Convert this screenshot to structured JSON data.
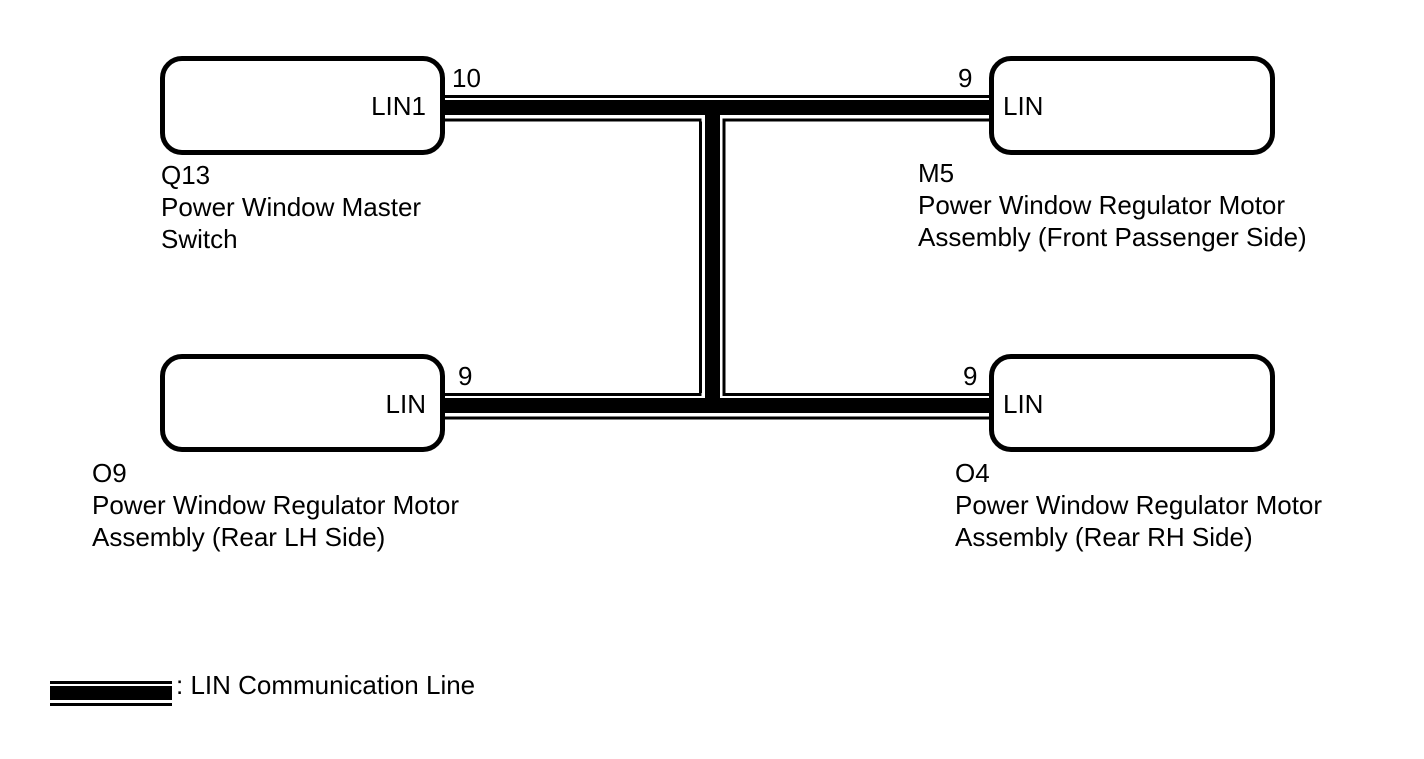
{
  "diagram_type": "LIN communication wiring diagram",
  "nodes": {
    "q13": {
      "code": "Q13",
      "name_line1": "Power Window Master",
      "name_line2": "Switch",
      "port": "LIN1",
      "pin": "10"
    },
    "m5": {
      "code": "M5",
      "name_line1": "Power Window Regulator Motor",
      "name_line2": "Assembly (Front Passenger Side)",
      "port": "LIN",
      "pin": "9"
    },
    "o9": {
      "code": "O9",
      "name_line1": "Power Window Regulator Motor",
      "name_line2": "Assembly (Rear LH Side)",
      "port": "LIN",
      "pin": "9"
    },
    "o4": {
      "code": "O4",
      "name_line1": "Power Window Regulator Motor",
      "name_line2": "Assembly (Rear RH Side)",
      "port": "LIN",
      "pin": "9"
    }
  },
  "bus": {
    "type": "LIN",
    "connected_pins": [
      "Q13:10",
      "M5:9",
      "O9:9",
      "O4:9"
    ]
  },
  "legend": {
    "label": ": LIN Communication Line"
  },
  "colors": {
    "line": "#000000",
    "background": "#ffffff",
    "text": "#000000"
  }
}
